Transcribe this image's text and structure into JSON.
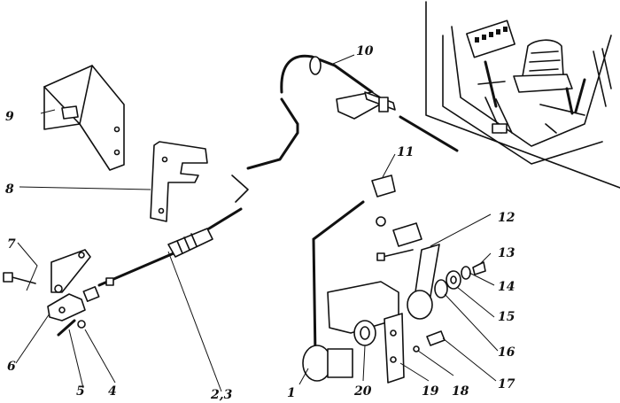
{
  "diagram": {
    "colors": {
      "ink": "#111111",
      "paper": "#ffffff"
    },
    "callouts": [
      {
        "id": "1",
        "label": "1"
      },
      {
        "id": "2_3",
        "label": "2,3"
      },
      {
        "id": "4",
        "label": "4"
      },
      {
        "id": "5",
        "label": "5"
      },
      {
        "id": "6",
        "label": "6"
      },
      {
        "id": "7",
        "label": "7"
      },
      {
        "id": "8",
        "label": "8"
      },
      {
        "id": "9",
        "label": "9"
      },
      {
        "id": "10",
        "label": "10"
      },
      {
        "id": "11",
        "label": "11"
      },
      {
        "id": "12",
        "label": "12"
      },
      {
        "id": "13",
        "label": "13"
      },
      {
        "id": "14",
        "label": "14"
      },
      {
        "id": "15",
        "label": "15"
      },
      {
        "id": "16",
        "label": "16"
      },
      {
        "id": "17",
        "label": "17"
      },
      {
        "id": "18",
        "label": "18"
      },
      {
        "id": "19",
        "label": "19"
      },
      {
        "id": "20",
        "label": "20"
      }
    ]
  }
}
